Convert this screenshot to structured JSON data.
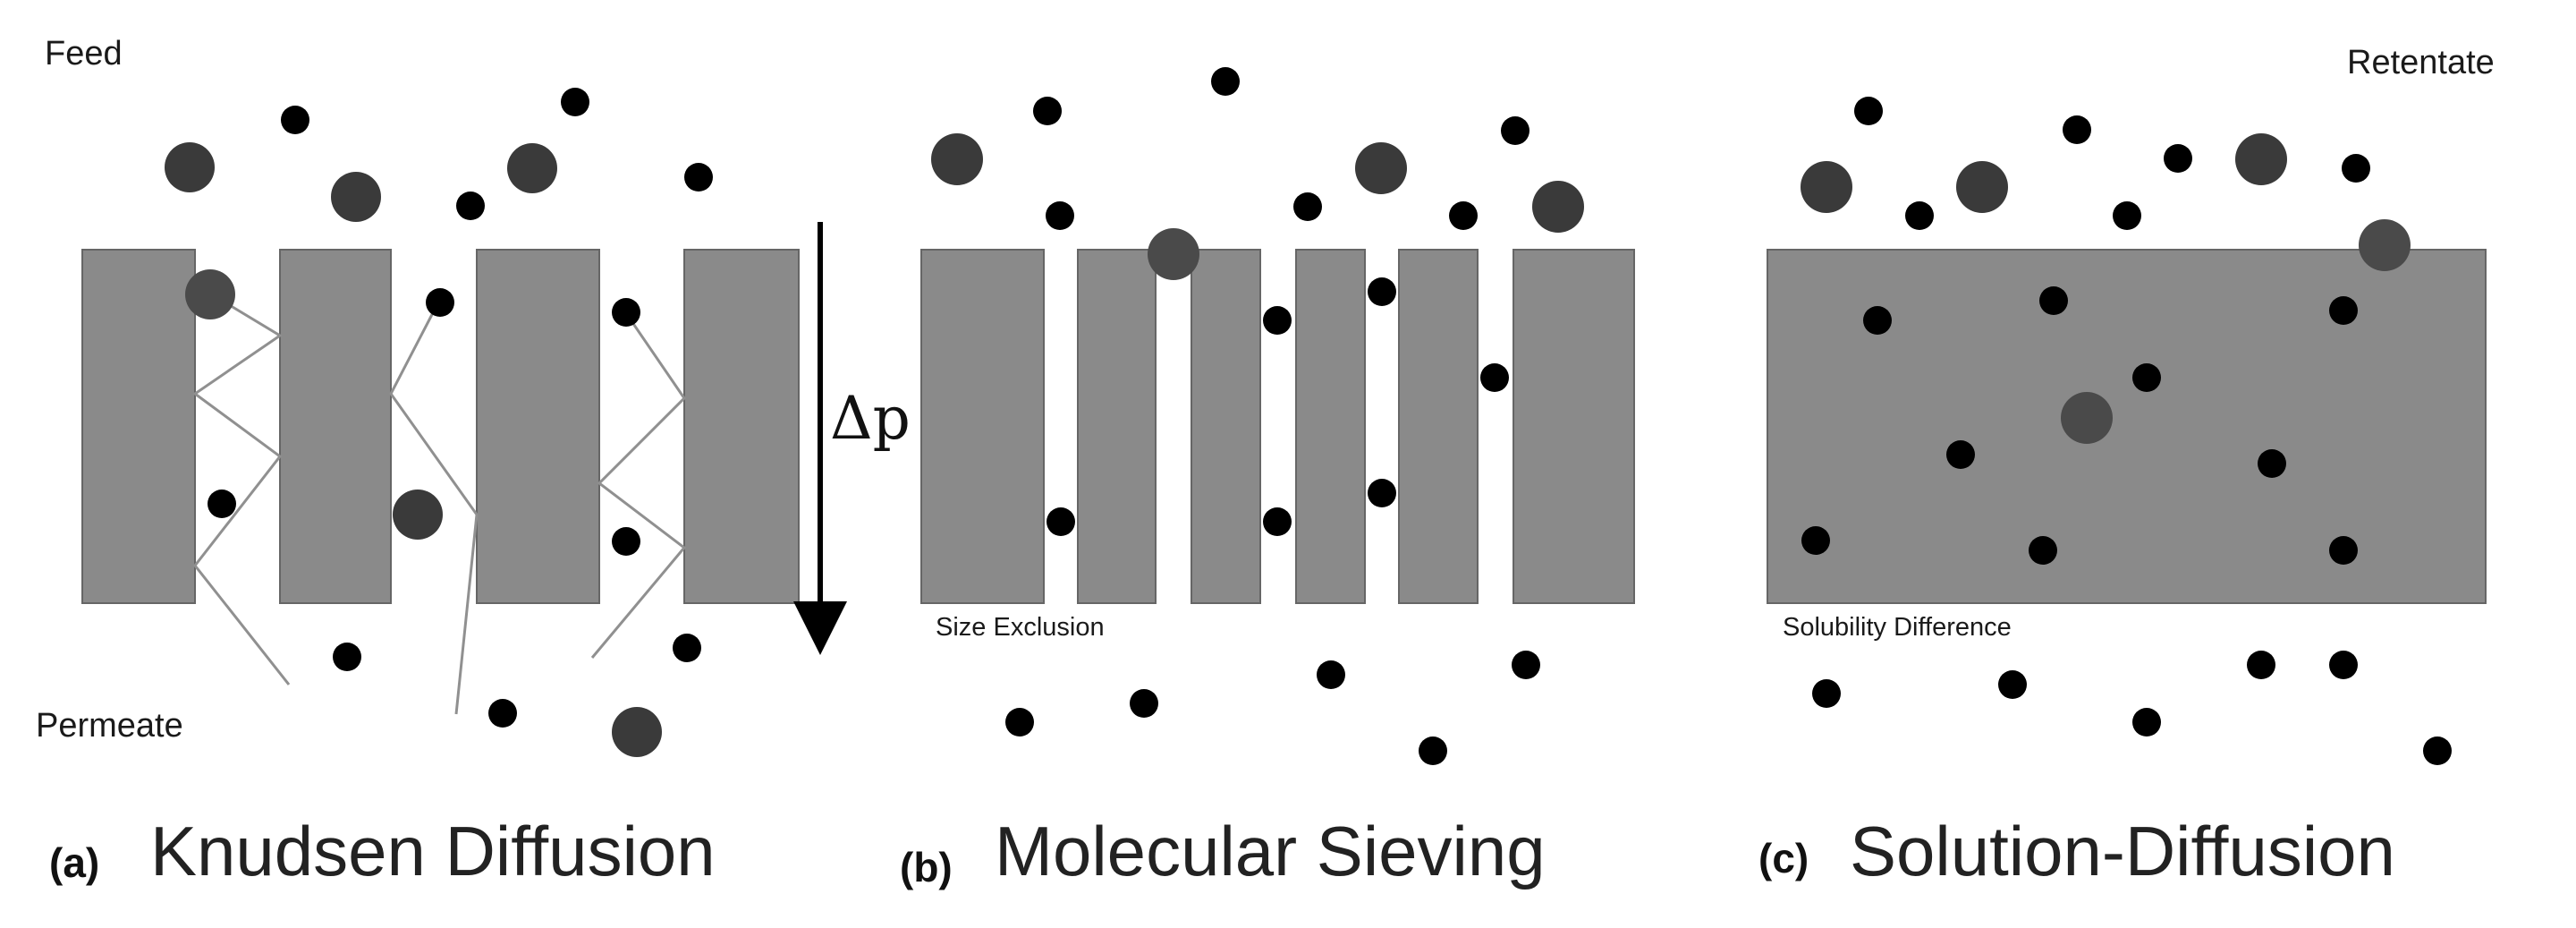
{
  "labels": {
    "feed": "Feed",
    "permeate": "Permeate",
    "retentate": "Retentate",
    "delta_p": "Δp",
    "size_exclusion": "Size Exclusion",
    "solubility_difference": "Solubility Difference"
  },
  "panels": [
    {
      "letter": "(a)",
      "title": "Knudsen Diffusion"
    },
    {
      "letter": "(b)",
      "title": "Molecular Sieving"
    },
    {
      "letter": "(c)",
      "title": "Solution-Diffusion"
    }
  ],
  "colors": {
    "membrane": "#8a8a8a",
    "membrane_edge": "#555555",
    "large_molecule": "#3a3a3a",
    "small_molecule": "#000000",
    "path_line": "#8f8f8f",
    "arrow": "#000000"
  }
}
